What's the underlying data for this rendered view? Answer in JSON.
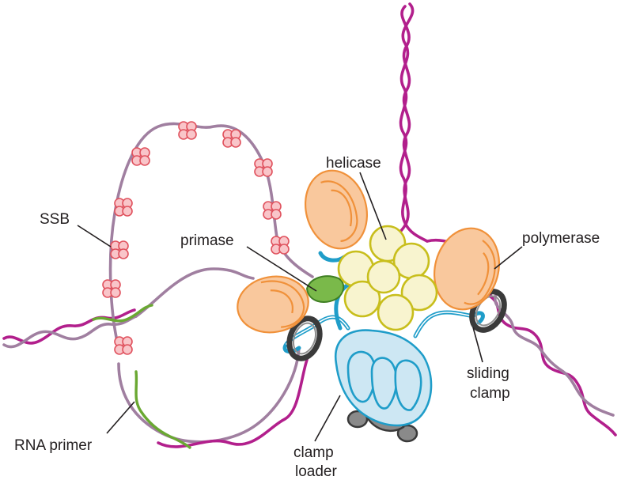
{
  "labels": {
    "ssb": "SSB",
    "primase": "primase",
    "helicase": "helicase",
    "polymerase": "polymerase",
    "sliding_clamp_line1": "sliding",
    "sliding_clamp_line2": "clamp",
    "clamp_loader_line1": "clamp",
    "clamp_loader_line2": "loader",
    "rna_primer": "RNA primer"
  },
  "colors": {
    "parental_strand": "#b21f8c",
    "daughter_strand": "#a07fa0",
    "rna_primer": "#6aa832",
    "ssb": "#e0525e",
    "polymerase": "#f0913a",
    "helicase": "#c8be1c",
    "clamp_loader": "#1f9dc9",
    "sliding_clamp": "#3a3a3a",
    "primase": "#7ab94a"
  }
}
